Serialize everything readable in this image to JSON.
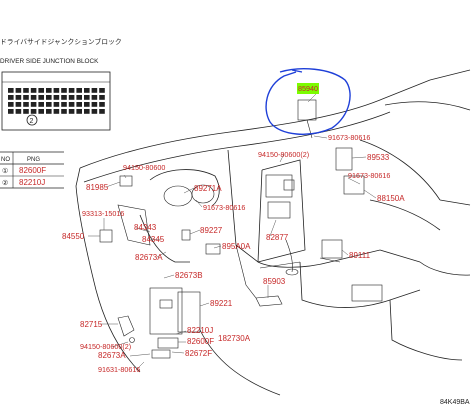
{
  "header": {
    "jp_title": "ドライバサイドジャンクションブロック",
    "en_title": "DRIVER SIDE JUNCTION BLOCK",
    "badge": "2"
  },
  "table": {
    "headers": [
      "NO",
      "PNG"
    ],
    "rows": [
      {
        "no": "①",
        "png": "82600F"
      },
      {
        "no": "②",
        "png": "82210J"
      }
    ]
  },
  "parts": {
    "p85940": "85940",
    "p91673_top": "91673-80616",
    "p89533": "89533",
    "p91673_right": "91673-80616",
    "p88150A": "88150A",
    "p89111": "89111",
    "p94150_a": "94150-80600",
    "p81985": "81985",
    "p89271A": "89271A",
    "p94150_b": "94150-80600(2)",
    "p91673_mid": "91673-80616",
    "p93313": "93313-15016",
    "p84550": "84550",
    "p84343": "84343",
    "p84345": "84345",
    "p89227": "89227",
    "p895A0A": "895A0A",
    "p82673A_top": "82673A",
    "p82877": "82877",
    "p82673B": "82673B",
    "p85903": "85903",
    "p89221": "89221",
    "p82715": "82715",
    "p82210J": "82210J",
    "p82600F": "82600F",
    "p182730A": "182730A",
    "p94150_c": "94150-80600(2)",
    "p82673A_bot": "82673A",
    "p82672F": "82672F",
    "p91631": "91631-80616"
  },
  "footer": {
    "code": "84K49BA"
  },
  "colors": {
    "label_red": "#c62828",
    "line": "#222222",
    "annotation_blue": "#1e3fd8",
    "highlight_green": "#7cfc00"
  }
}
